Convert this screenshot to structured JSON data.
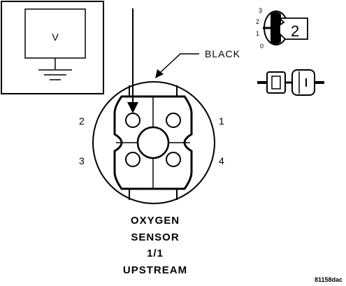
{
  "meter": {
    "symbol": "V",
    "icon": "voltmeter-icon"
  },
  "wire_label": "BLACK",
  "pins": {
    "p1": "1",
    "p2": "2",
    "p3": "3",
    "p4": "4"
  },
  "switch": {
    "pos3": "3",
    "pos2": "2",
    "pos1": "1",
    "pos0": "0",
    "selected": "2",
    "icon": "ignition-switch-icon"
  },
  "connector_icon": "connector-icon",
  "caption": {
    "line1": "OXYGEN",
    "line2": "SENSOR",
    "line3": "1/1",
    "line4": "UPSTREAM"
  },
  "figure_code": "81158dac"
}
